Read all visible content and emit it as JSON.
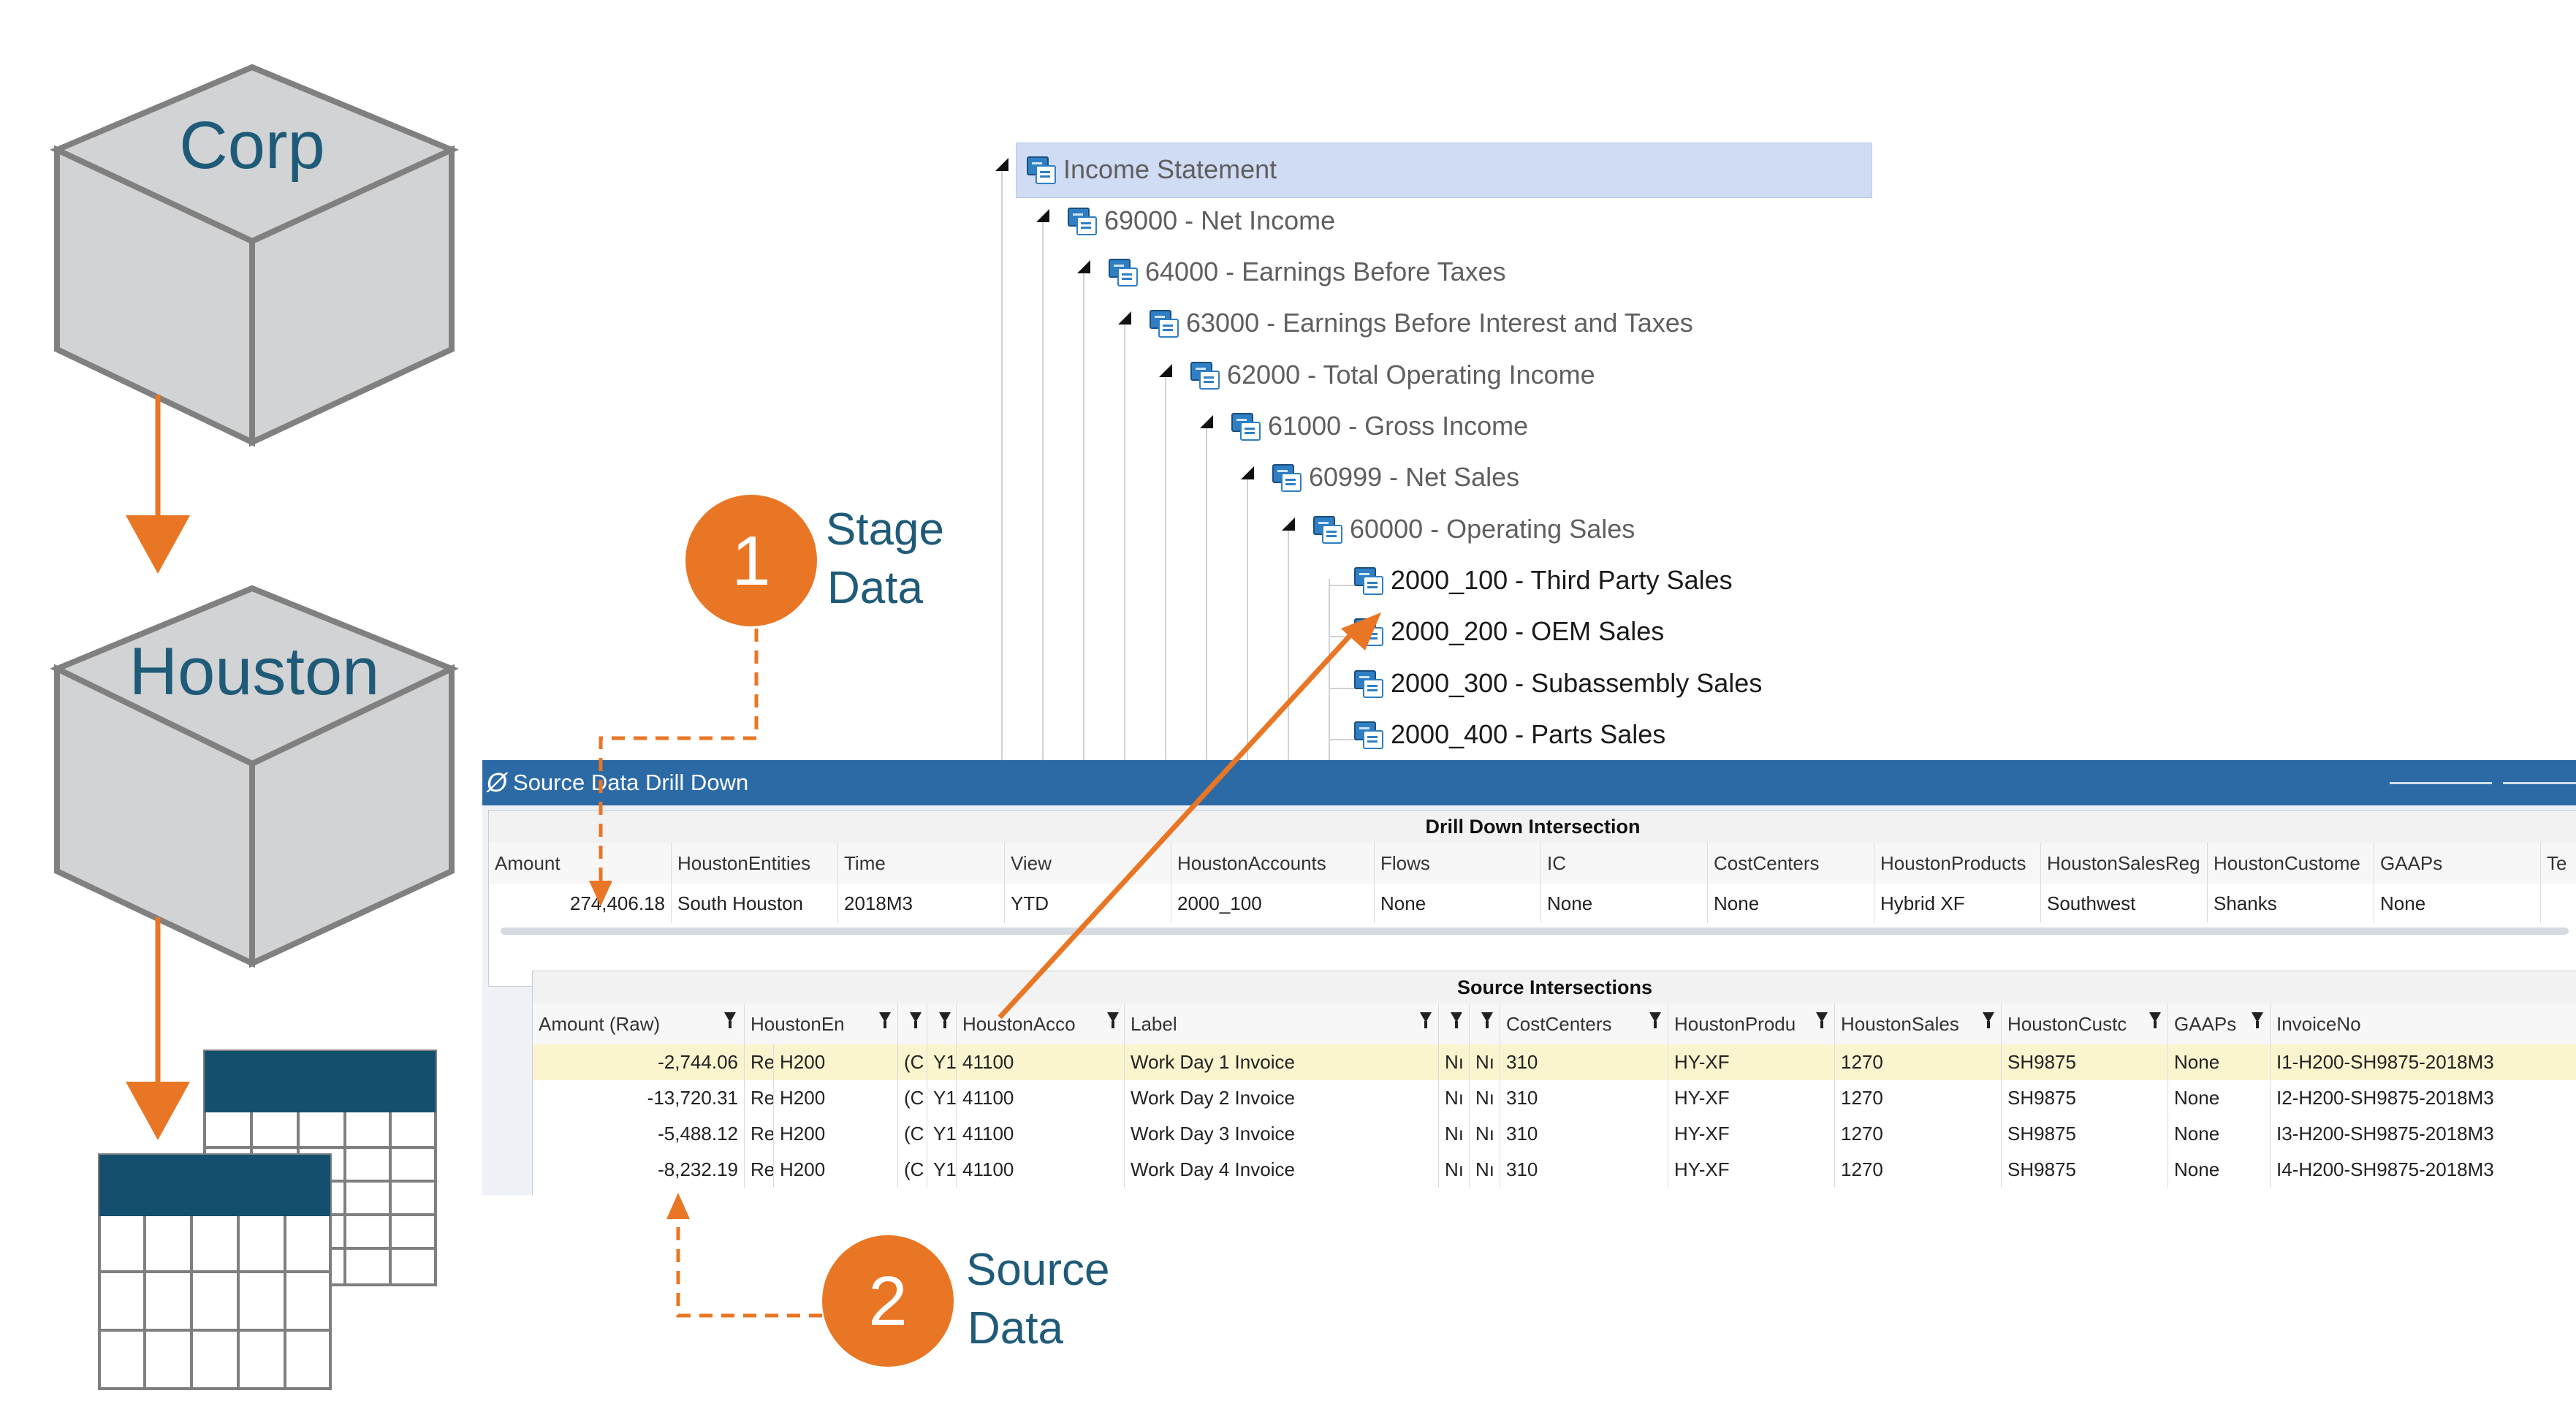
{
  "cubes": {
    "corp": "Corp",
    "houston": "Houston"
  },
  "callouts": [
    {
      "number": "1",
      "line1": "Stage",
      "line2": "Data"
    },
    {
      "number": "2",
      "line1": "Source",
      "line2": "Data"
    }
  ],
  "tree": {
    "nodes": [
      {
        "label": "Income Statement",
        "selected": true
      },
      {
        "label": "69000 - Net Income"
      },
      {
        "label": "64000 - Earnings Before Taxes"
      },
      {
        "label": "63000 - Earnings Before Interest and Taxes"
      },
      {
        "label": "62000 - Total Operating Income"
      },
      {
        "label": "61000 - Gross Income"
      },
      {
        "label": "60999 - Net Sales"
      },
      {
        "label": "60000 - Operating Sales"
      },
      {
        "label": "2000_100 - Third Party Sales"
      },
      {
        "label": "2000_200 - OEM Sales"
      },
      {
        "label": "2000_300 - Subassembly Sales"
      },
      {
        "label": "2000_400 - Parts Sales"
      }
    ]
  },
  "window": {
    "title": "Source Data Drill Down",
    "drill_down": {
      "title": "Drill Down Intersection",
      "columns": [
        "Amount",
        "HoustonEntities",
        "Time",
        "View",
        "HoustonAccounts",
        "Flows",
        "IC",
        "CostCenters",
        "HoustonProducts",
        "HoustonSalesReg",
        "HoustonCustome",
        "GAAPs",
        "Te"
      ],
      "row": [
        "274,406.18",
        "South Houston",
        "2018M3",
        "YTD",
        "2000_100",
        "None",
        "None",
        "None",
        "Hybrid XF",
        "Southwest",
        "Shanks",
        "None",
        ""
      ]
    },
    "source": {
      "title": "Source Intersections",
      "columns": [
        "Amount (Raw)",
        "HoustonEn",
        "",
        "",
        "HoustonAcco",
        "Label",
        "",
        "",
        "CostCenters",
        "HoustonProdu",
        "HoustonSales",
        "HoustonCustc",
        "GAAPs",
        "InvoiceNo"
      ],
      "rows": [
        [
          "-2,744.06",
          "Re",
          "H200",
          "(C",
          "Y1",
          "41100",
          "Work Day 1 Invoice",
          "Nı",
          "Nı",
          "310",
          "HY-XF",
          "1270",
          "SH9875",
          "None",
          "I1-H200-SH9875-2018M3"
        ],
        [
          "-13,720.31",
          "Re",
          "H200",
          "(C",
          "Y1",
          "41100",
          "Work Day 2 Invoice",
          "Nı",
          "Nı",
          "310",
          "HY-XF",
          "1270",
          "SH9875",
          "None",
          "I2-H200-SH9875-2018M3"
        ],
        [
          "-5,488.12",
          "Re",
          "H200",
          "(C",
          "Y1",
          "41100",
          "Work Day 3 Invoice",
          "Nı",
          "Nı",
          "310",
          "HY-XF",
          "1270",
          "SH9875",
          "None",
          "I3-H200-SH9875-2018M3"
        ],
        [
          "-8,232.19",
          "Re",
          "H200",
          "(C",
          "Y1",
          "41100",
          "Work Day 4 Invoice",
          "Nı",
          "Nı",
          "310",
          "HY-XF",
          "1270",
          "SH9875",
          "None",
          "I4-H200-SH9875-2018M3"
        ]
      ]
    }
  },
  "colors": {
    "accent": "#e97624",
    "cube_fill": "#d1d3d4",
    "cube_stroke": "#808080",
    "table_header": "#14506e",
    "title_bar": "#2c6aa6",
    "label_text": "#1f5b78"
  }
}
